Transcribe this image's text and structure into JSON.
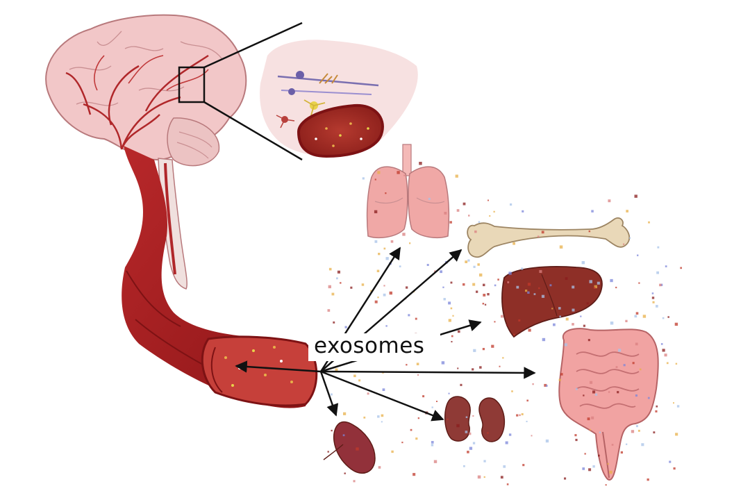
{
  "diagram": {
    "label": "exosomes",
    "colors": {
      "brain_fill": "#f2c7c8",
      "brain_outline": "#b8797c",
      "vessel": "#a81c1e",
      "vessel_dark": "#7d1214",
      "vessel_inner": "#c94a3f",
      "spinal_cord": "#f0e0de",
      "lung": "#f0a8a6",
      "bone": "#e9d8b8",
      "liver": "#8e2f27",
      "intestine": "#f1a3a2",
      "kidney": "#8f3a36",
      "spleen": "#92313a",
      "arrow": "#111111"
    },
    "particle_colors": [
      "#c0392b",
      "#e8b04a",
      "#7b86d9",
      "#d98080",
      "#a8c3e8",
      "#8a1d1d"
    ],
    "nodes": [
      {
        "name": "brain",
        "icon": "brain-icon"
      },
      {
        "name": "blood-brain-barrier-detail",
        "icon": "neurons-vessel-icon"
      },
      {
        "name": "blood-vessel",
        "icon": "vessel-icon"
      },
      {
        "name": "lungs",
        "icon": "lungs-icon"
      },
      {
        "name": "bone",
        "icon": "femur-icon"
      },
      {
        "name": "liver",
        "icon": "liver-icon"
      },
      {
        "name": "intestines",
        "icon": "intestine-icon"
      },
      {
        "name": "kidneys",
        "icon": "kidneys-icon"
      },
      {
        "name": "spleen",
        "icon": "spleen-icon"
      }
    ],
    "edges": [
      {
        "from": "exosome-source",
        "to": "lungs"
      },
      {
        "from": "exosome-source",
        "to": "bone"
      },
      {
        "from": "exosome-source",
        "to": "liver"
      },
      {
        "from": "exosome-source",
        "to": "intestines"
      },
      {
        "from": "exosome-source",
        "to": "kidneys"
      },
      {
        "from": "exosome-source",
        "to": "spleen"
      },
      {
        "from": "exosome-source",
        "to": "blood-vessel"
      }
    ]
  }
}
